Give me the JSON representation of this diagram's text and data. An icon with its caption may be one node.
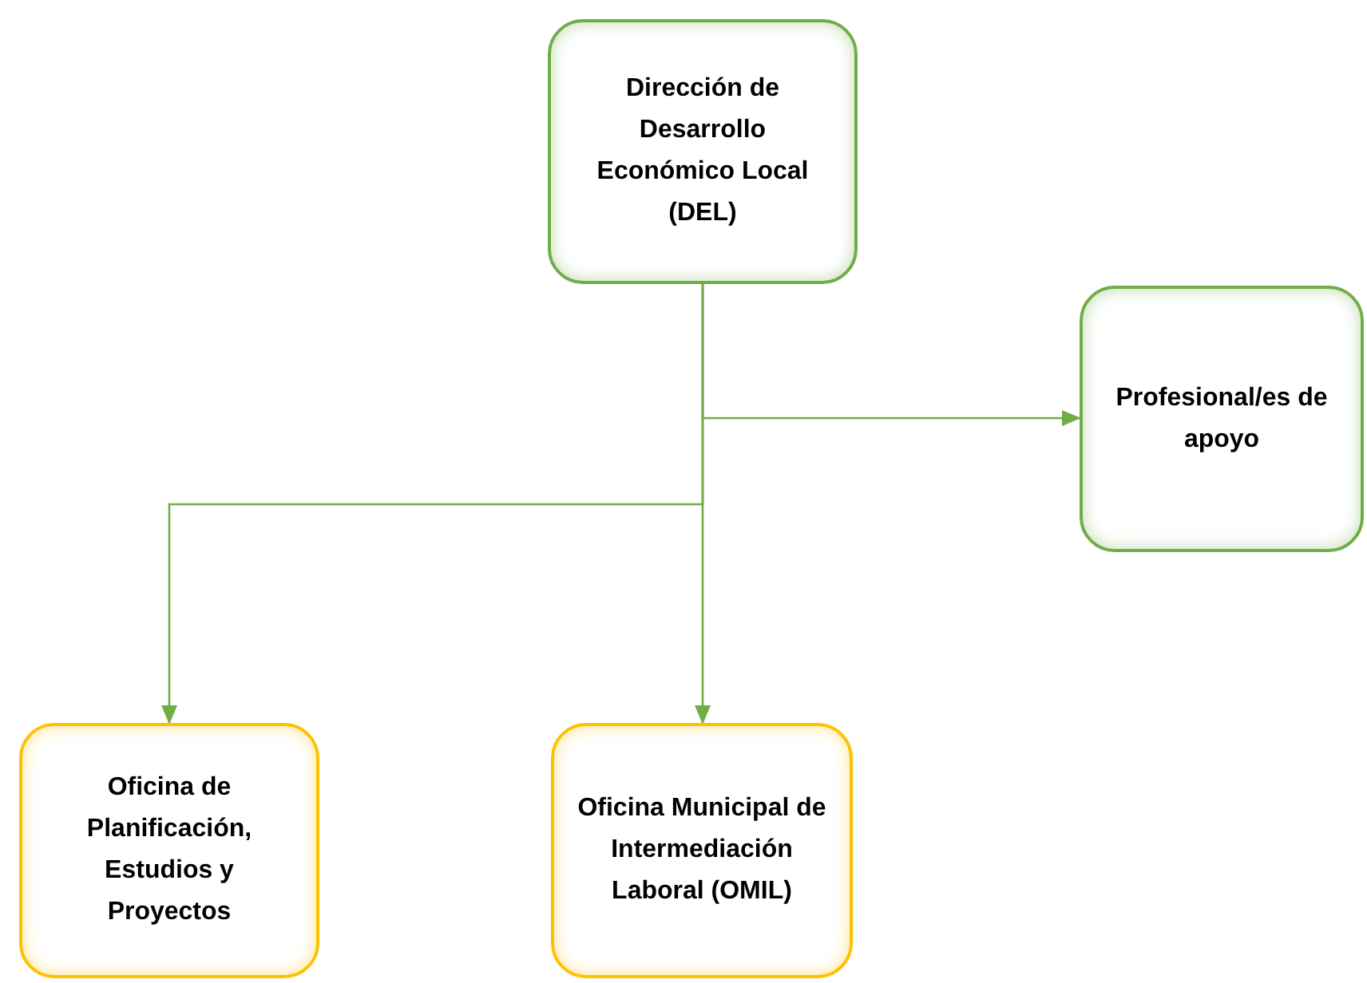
{
  "diagram": {
    "nodes": [
      {
        "text": [
          "Dirección de Desarrollo Económico Local (DEL)"
        ]
      },
      {
        "text": [
          "Profesional/es de apoyo"
        ]
      },
      {
        "text": [
          "Oficina de Planificación, Estudios y Proyectos"
        ]
      },
      {
        "text": [
          "Oficina Municipal de Intermediación Laboral (OMIL)"
        ]
      }
    ],
    "edges": [
      {
        "from": 0,
        "to": 1,
        "arrow": "to"
      },
      {
        "from": 0,
        "to": 2,
        "arrow": "to"
      },
      {
        "from": 0,
        "to": 3,
        "arrow": "to"
      }
    ]
  }
}
